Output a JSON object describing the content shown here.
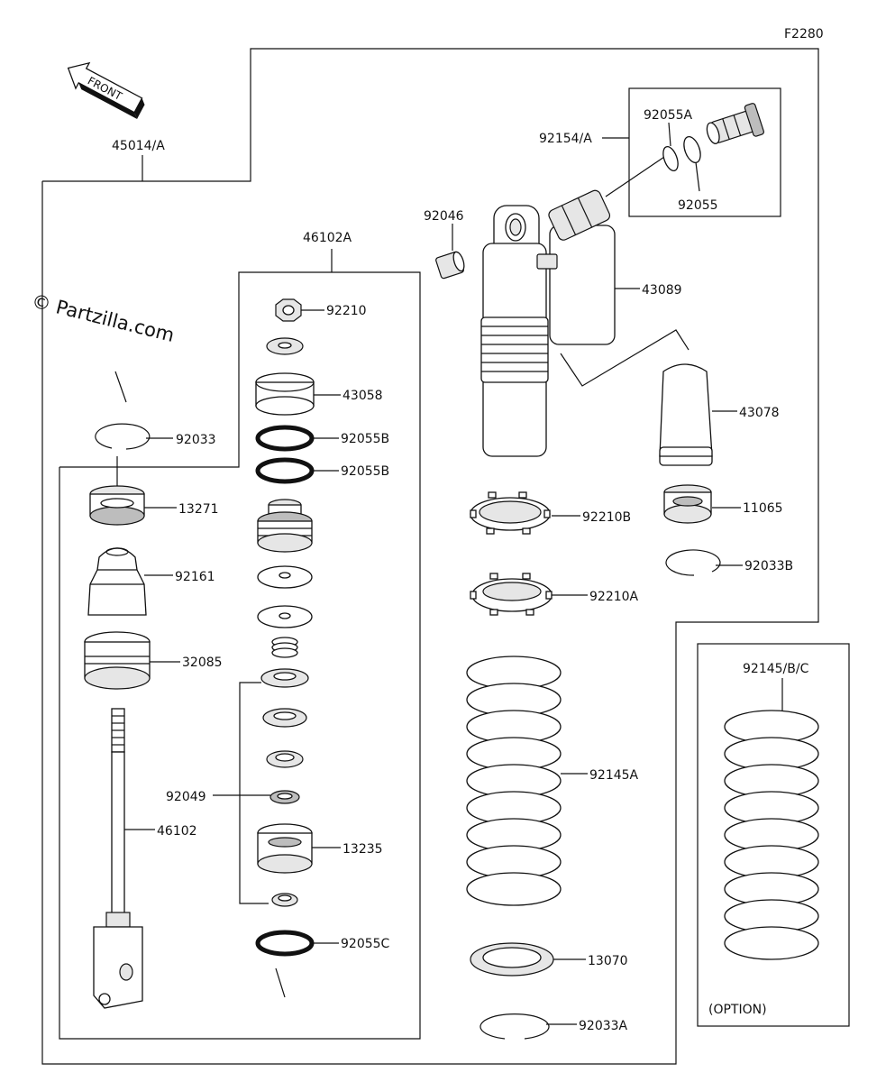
{
  "diagram": {
    "figure_code": "F2280",
    "watermark": "© Partzilla.com",
    "front_label": "FRONT",
    "labels": {
      "p45014": "45014/A",
      "p46102A": "46102A",
      "p92154": "92154/A",
      "p92055A": "92055A",
      "p92055": "92055",
      "p92046": "92046",
      "p43089": "43089",
      "p43078": "43078",
      "p11065": "11065",
      "p92033B": "92033B",
      "p92210": "92210",
      "p43058": "43058",
      "p92055B_1": "92055B",
      "p92055B_2": "92055B",
      "p92033": "92033",
      "p13271": "13271",
      "p92161": "92161",
      "p32085": "32085",
      "p46102": "46102",
      "p92049": "92049",
      "p13235": "13235",
      "p92055C": "92055C",
      "p92210B": "92210B",
      "p92210A": "92210A",
      "p92145A": "92145A",
      "p13070": "13070",
      "p92033A": "92033A",
      "p92145BC": "92145/B/C",
      "option": "(OPTION)"
    }
  }
}
